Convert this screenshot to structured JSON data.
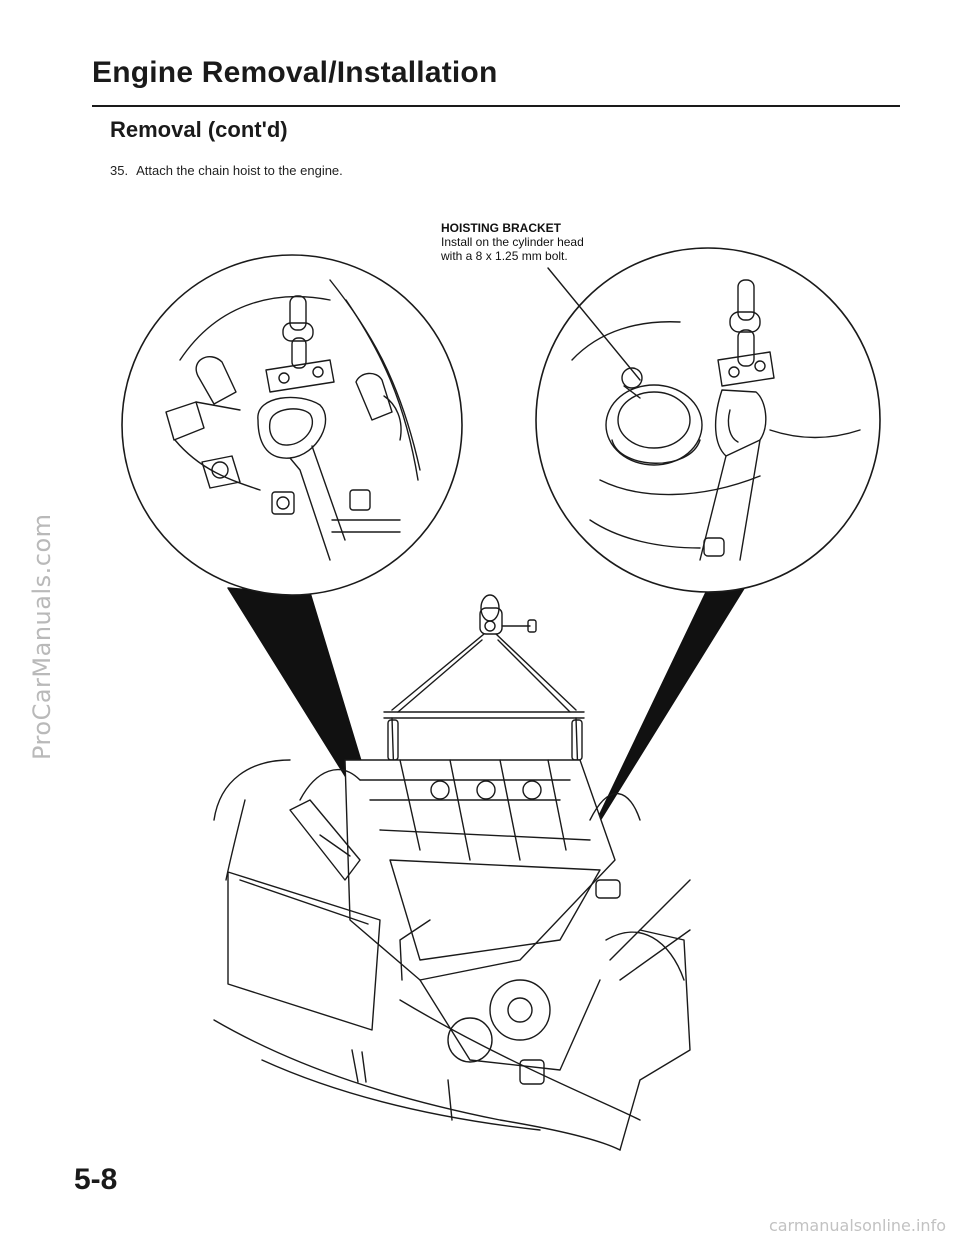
{
  "watermark": "ProCarManuals.com",
  "header": {
    "title": "Engine Removal/Installation",
    "subtitle": "Removal (cont'd)"
  },
  "step": {
    "number": "35.",
    "text": "Attach the chain hoist to the engine."
  },
  "callout": {
    "label": "HOISTING BRACKET",
    "line1": "Install on the cylinder head",
    "line2": "with a 8 x 1.25 mm bolt."
  },
  "page_number": "5-8",
  "footer_site": "carmanualsonline.info"
}
